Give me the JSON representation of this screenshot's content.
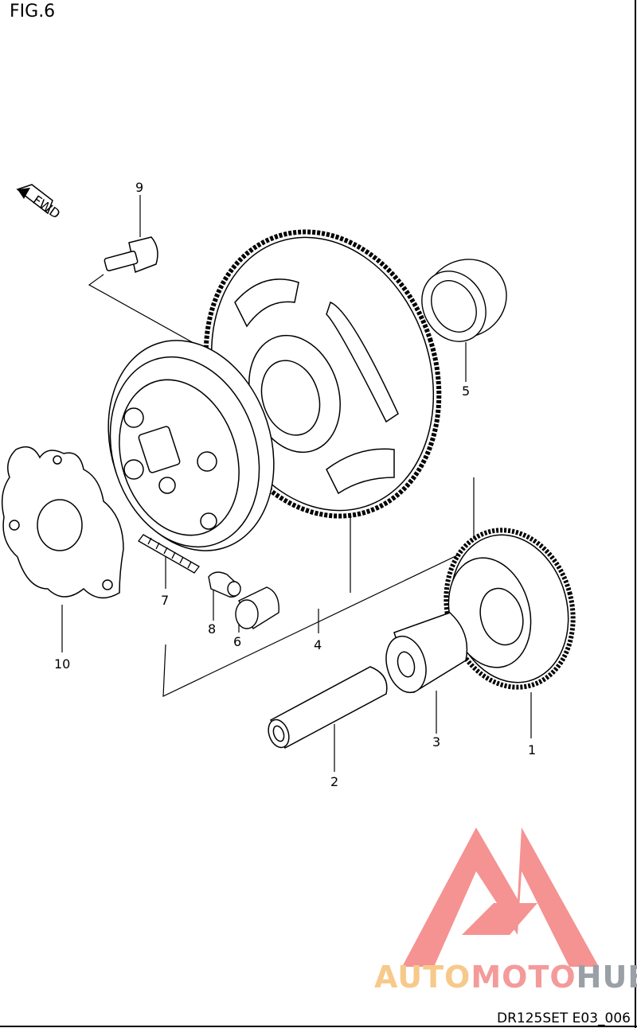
{
  "figure": {
    "title": "FIG.6",
    "code": "DR125SET E03_006"
  },
  "fwd_tag": "FWD",
  "callouts": [
    "1",
    "2",
    "3",
    "4",
    "5",
    "6",
    "7",
    "8",
    "9",
    "10"
  ],
  "watermark": {
    "part1": "AUTO",
    "part2": "MOTO",
    "part3": "HUB",
    "colors": {
      "auto": "#f7c98a",
      "moto": "#f59a9a",
      "hub": "#9aa0a6",
      "logo": "#f47f7f"
    }
  }
}
